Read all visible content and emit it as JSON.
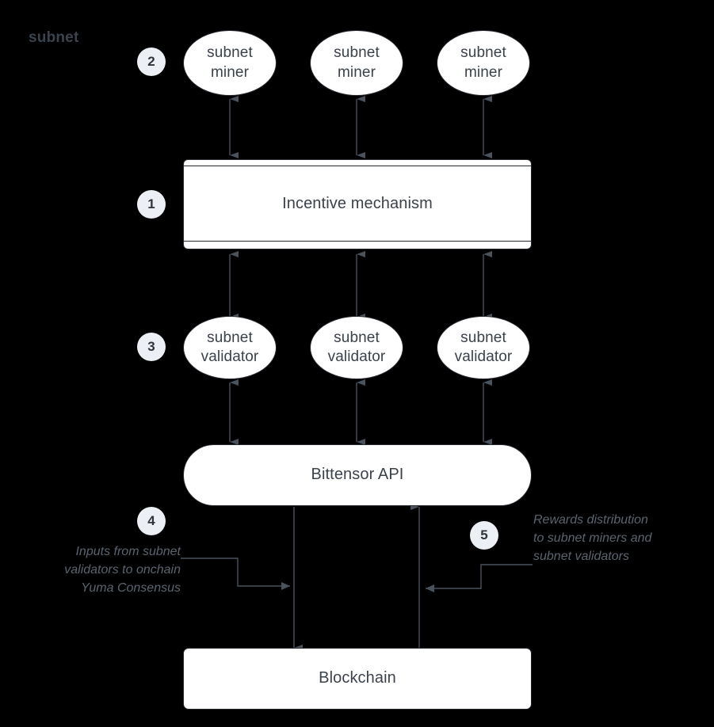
{
  "diagram": {
    "title": "subnet",
    "background_color": "#000000",
    "node_fill": "#ffffff",
    "node_stroke": "#23272e",
    "text_color": "#3b424b",
    "annotation_color": "#5b646e",
    "badge_fill": "#eceff3",
    "badge_text_color": "#2f343c",
    "connector_color": "#4a525c"
  },
  "badges": [
    {
      "id": "badge-1",
      "number": "1"
    },
    {
      "id": "badge-2",
      "number": "2"
    },
    {
      "id": "badge-3",
      "number": "3"
    },
    {
      "id": "badge-4",
      "number": "4"
    },
    {
      "id": "badge-5",
      "number": "5"
    }
  ],
  "miners": [
    {
      "label": "subnet\nminer"
    },
    {
      "label": "subnet\nminer"
    },
    {
      "label": "subnet\nminer"
    }
  ],
  "validators": [
    {
      "label": "subnet\nvalidator"
    },
    {
      "label": "subnet\nvalidator"
    },
    {
      "label": "subnet\nvalidator"
    }
  ],
  "nodes": {
    "incentive_mechanism": "Incentive mechanism",
    "bittensor_api": "Bittensor API",
    "blockchain": "Blockchain"
  },
  "annotations": {
    "inputs": "Inputs from subnet\nvalidators to onchain\nYuma Consensus",
    "rewards": "Rewards distribution\nto subnet miners and\nsubnet validators"
  }
}
